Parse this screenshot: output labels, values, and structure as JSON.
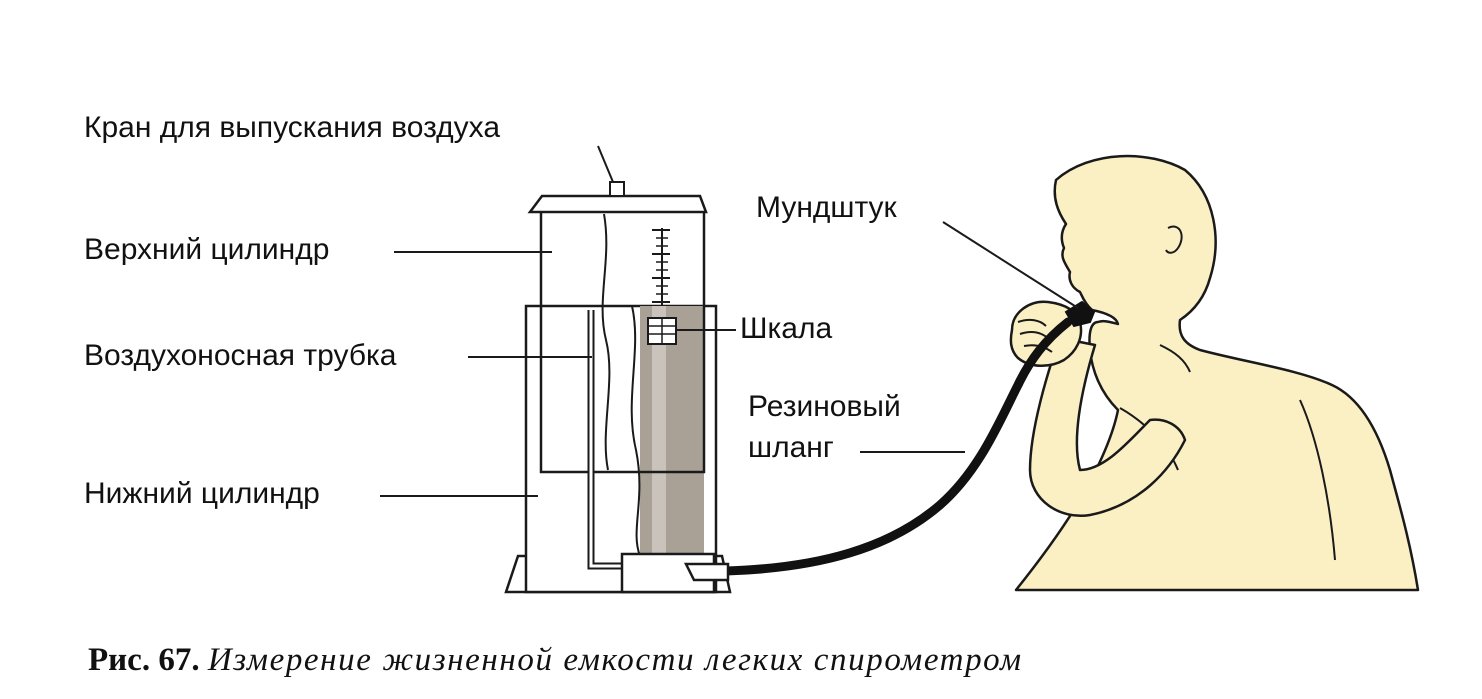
{
  "labels": {
    "valve": "Кран для выпускания воздуха",
    "upper_cylinder": "Верхний цилиндр",
    "air_tube": "Воздухоносная трубка",
    "lower_cylinder": "Нижний цилиндр",
    "mouthpiece": "Мундштук",
    "scale": "Шкала",
    "hose_line1": "Резиновый",
    "hose_line2": "шланг"
  },
  "caption": {
    "number": "Рис. 67.",
    "text": "Измерение жизненной емкости легких спирометром"
  },
  "colors": {
    "line": "#1a1a1a",
    "skin": "#fbefc4",
    "water": "#a9a196",
    "water_light": "#c9c3bb",
    "hose": "#111111"
  }
}
